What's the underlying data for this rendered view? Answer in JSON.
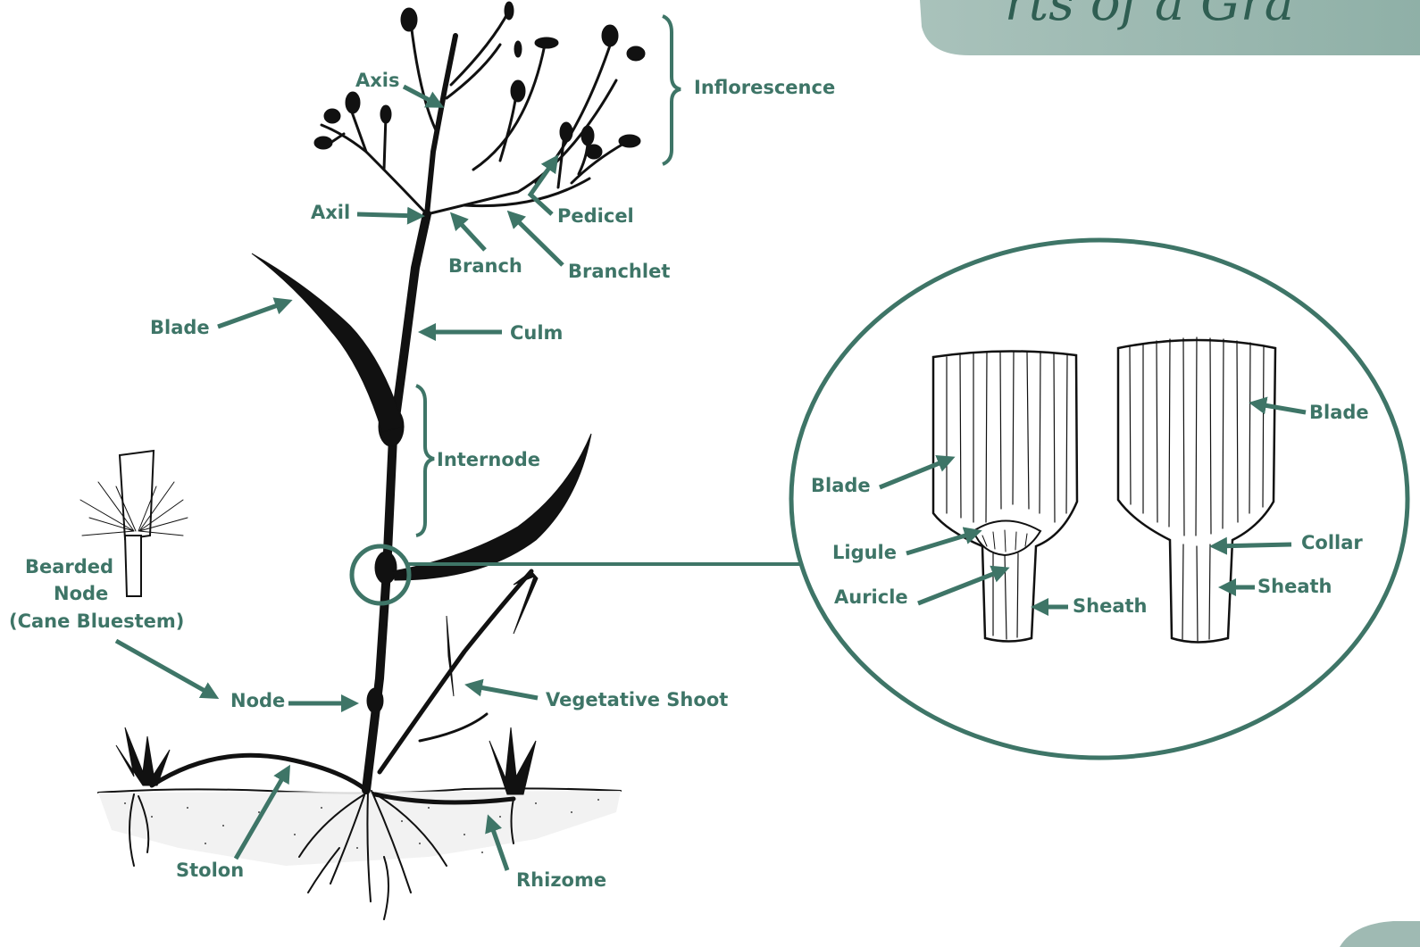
{
  "header": {
    "title_fragment": "rts of a Gra"
  },
  "labels": {
    "axis": "Axis",
    "inflorescence": "Inflorescence",
    "axil": "Axil",
    "pedicel": "Pedicel",
    "branch": "Branch",
    "branchlet": "Branchlet",
    "blade": "Blade",
    "culm": "Culm",
    "internode": "Internode",
    "bearded_node_line1": "Bearded",
    "bearded_node_line2": "Node",
    "bearded_node_line3": "(Cane Bluestem)",
    "node": "Node",
    "vegetative_shoot": "Vegetative Shoot",
    "stolon": "Stolon",
    "rhizome": "Rhizome"
  },
  "detail_labels": {
    "blade_left": "Blade",
    "ligule": "Ligule",
    "auricle": "Auricle",
    "sheath_left": "Sheath",
    "blade_right": "Blade",
    "collar": "Collar",
    "sheath_right": "Sheath"
  },
  "colors": {
    "accent": "#3e7567",
    "header_band": "#9fbab3",
    "ink": "#111111"
  }
}
